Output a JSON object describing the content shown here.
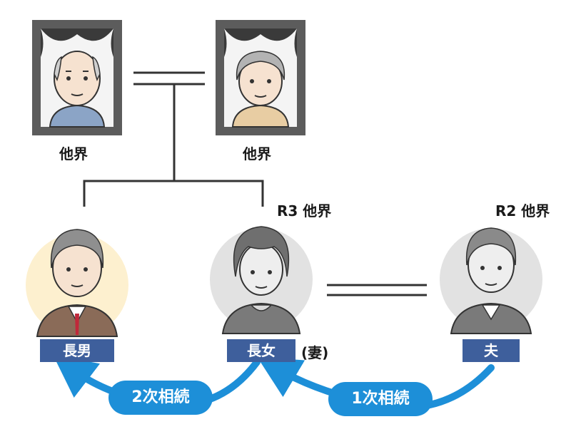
{
  "family": {
    "grandfather": {
      "status": "他界"
    },
    "grandmother": {
      "status": "他界"
    },
    "eldest_son": {
      "role": "長男"
    },
    "eldest_daughter": {
      "role": "長女",
      "note": "(妻)",
      "death_label": "R3 他界"
    },
    "husband": {
      "role": "夫",
      "death_label": "R2 他界"
    }
  },
  "inheritance": {
    "first": {
      "label": "1次相続"
    },
    "second": {
      "label": "2次相続"
    }
  },
  "colors": {
    "accent_blue": "#1d8fd8",
    "tag_blue": "#3e5f9c",
    "frame_gray": "#6b6b6b",
    "son_circle": "#fdf0cf",
    "gray_circle": "#e2e2e2"
  }
}
